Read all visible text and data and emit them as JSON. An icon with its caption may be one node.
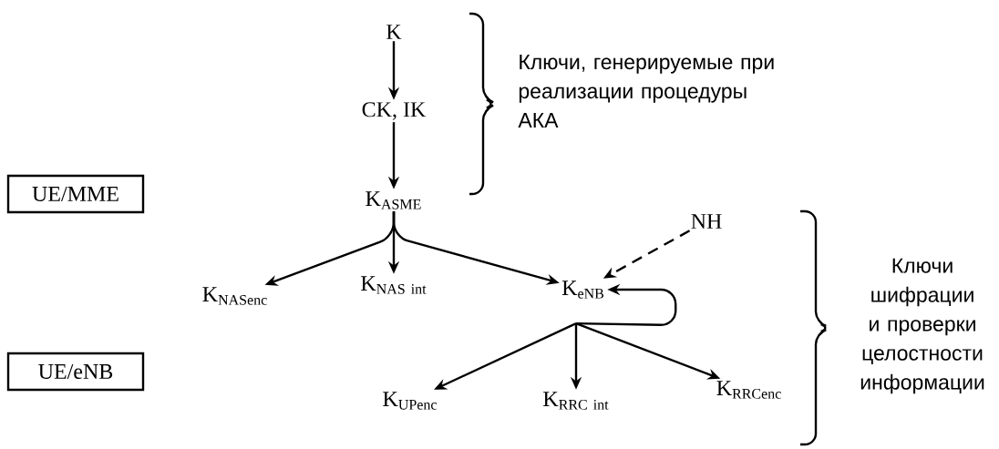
{
  "diagram": {
    "nodes": [
      {
        "text": [
          "K"
        ]
      },
      {
        "text": [
          "CK, IK"
        ]
      },
      {
        "text": [
          "K$_{ASME}$"
        ]
      },
      {
        "text": [
          "K$_{NASenc}$"
        ]
      },
      {
        "text": [
          "\\mathrm{K}_{\\mathrm{NAS\\ int}}"
        ]
      },
      {
        "text": [
          "K$_{eNB}$"
        ]
      },
      {
        "text": [
          "NH"
        ]
      },
      {
        "text": [
          "K$_{UPenc}$"
        ]
      },
      {
        "text": [
          "\\mathrm{K}_{\\mathrm{RRC\\ int}}"
        ]
      },
      {
        "text": [
          "K$_{RRCenc}$"
        ]
      },
      {
        "text": [
          "UE/MME"
        ]
      },
      {
        "text": [
          "UE/eNB"
        ]
      }
    ],
    "edges": [
      {
        "from": 0,
        "to": 1,
        "arrow": "to"
      },
      {
        "from": 1,
        "to": 2,
        "arrow": "to"
      },
      {
        "from": 2,
        "to": 3,
        "arrow": "to"
      },
      {
        "from": 2,
        "to": 4,
        "arrow": "to"
      },
      {
        "from": 2,
        "to": 5,
        "arrow": "to"
      },
      {
        "from": 6,
        "to": 5,
        "arrow": "to",
        "style": "dashed"
      },
      {
        "from": 5,
        "to": 5,
        "arrow": "to"
      },
      {
        "from": 5,
        "to": 7,
        "arrow": "to"
      },
      {
        "from": 5,
        "to": 8,
        "arrow": "to"
      },
      {
        "from": 5,
        "to": 9,
        "arrow": "to"
      }
    ],
    "labels": [
      "Ключи, генерируемые при реализации процедуры АКА",
      "Ключи шифрации и проверки целостности информации"
    ]
  }
}
